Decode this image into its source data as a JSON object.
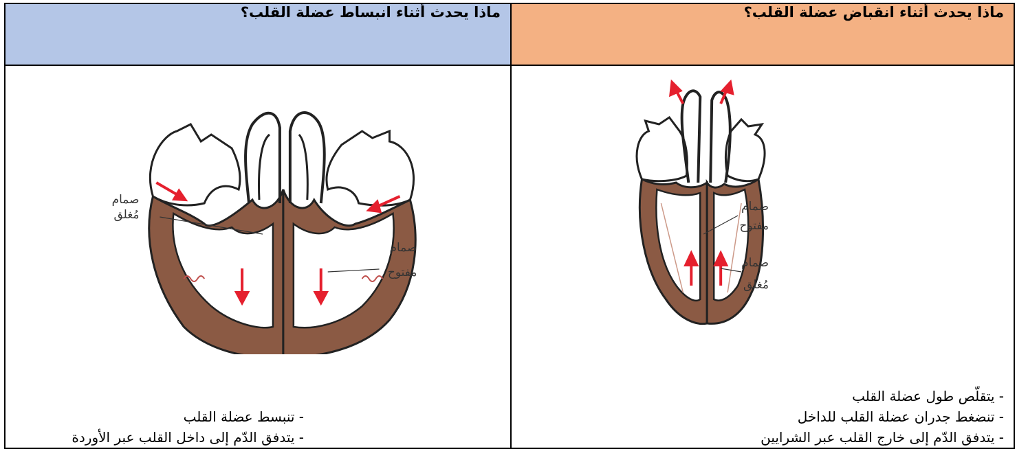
{
  "relaxation": {
    "heading": "ماذا يحدث أثناء انبساط عضلة القلب؟",
    "labels": {
      "closed_valve_line1": "صمام",
      "closed_valve_line2": "مُغلق",
      "open_valve_line1": "صمام",
      "open_valve_line2": "مفتوح"
    },
    "bullets": [
      "- تنبسط عضلة القلب",
      "- يتدفق الدّم إلى داخل القلب عبر الأوردة"
    ]
  },
  "contraction": {
    "heading": "ماذا يحدث أثناء انقباض عضلة القلب؟",
    "labels": {
      "open_valve_line1": "صمام",
      "open_valve_line2": "مفتوح",
      "closed_valve_line1": "صمام",
      "closed_valve_line2": "مُغلق"
    },
    "bullets": [
      "- يتقلّص طول عضلة القلب",
      "- تنضغط جدران عضلة القلب للداخل",
      "- يتدفق الدّم إلى خارج القلب عبر الشرايين"
    ]
  },
  "colors": {
    "header_blue": "#b4c6e7",
    "header_orange": "#f4b183",
    "muscle": "#8b5a44",
    "arrow": "#e5202e"
  }
}
